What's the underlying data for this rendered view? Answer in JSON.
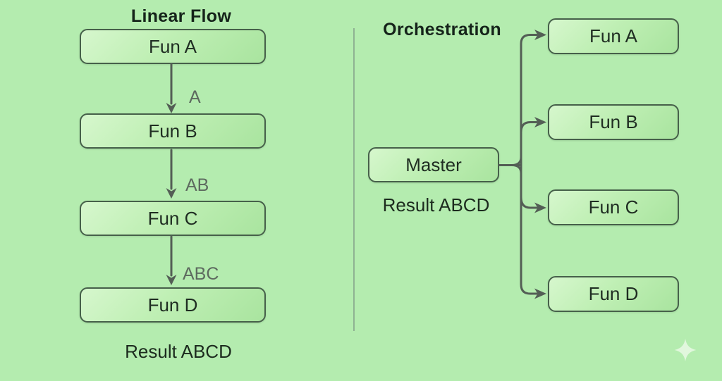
{
  "left": {
    "title": "Linear Flow",
    "boxes": [
      {
        "label": "Fun A"
      },
      {
        "label": "Fun B"
      },
      {
        "label": "Fun C"
      },
      {
        "label": "Fun D"
      }
    ],
    "arrow_labels": [
      "A",
      "AB",
      "ABC"
    ],
    "result": "Result ABCD"
  },
  "right": {
    "title": "Orchestration",
    "master": {
      "label": "Master"
    },
    "result": "Result ABCD",
    "boxes": [
      {
        "label": "Fun A"
      },
      {
        "label": "Fun B"
      },
      {
        "label": "Fun C"
      },
      {
        "label": "Fun D"
      }
    ]
  },
  "icons": {
    "sparkle": "four-point-star"
  },
  "colors": {
    "background": "#b4ecaf",
    "box_fill_top": "#d6f7cd",
    "box_fill_bottom": "#a9e49f",
    "box_border": "#46604a",
    "arrow": "#535e55",
    "arrow_label": "#5d6a5f",
    "text": "#1f2d22",
    "divider": "#8fb292",
    "sparkle": "#e1f7dd"
  }
}
